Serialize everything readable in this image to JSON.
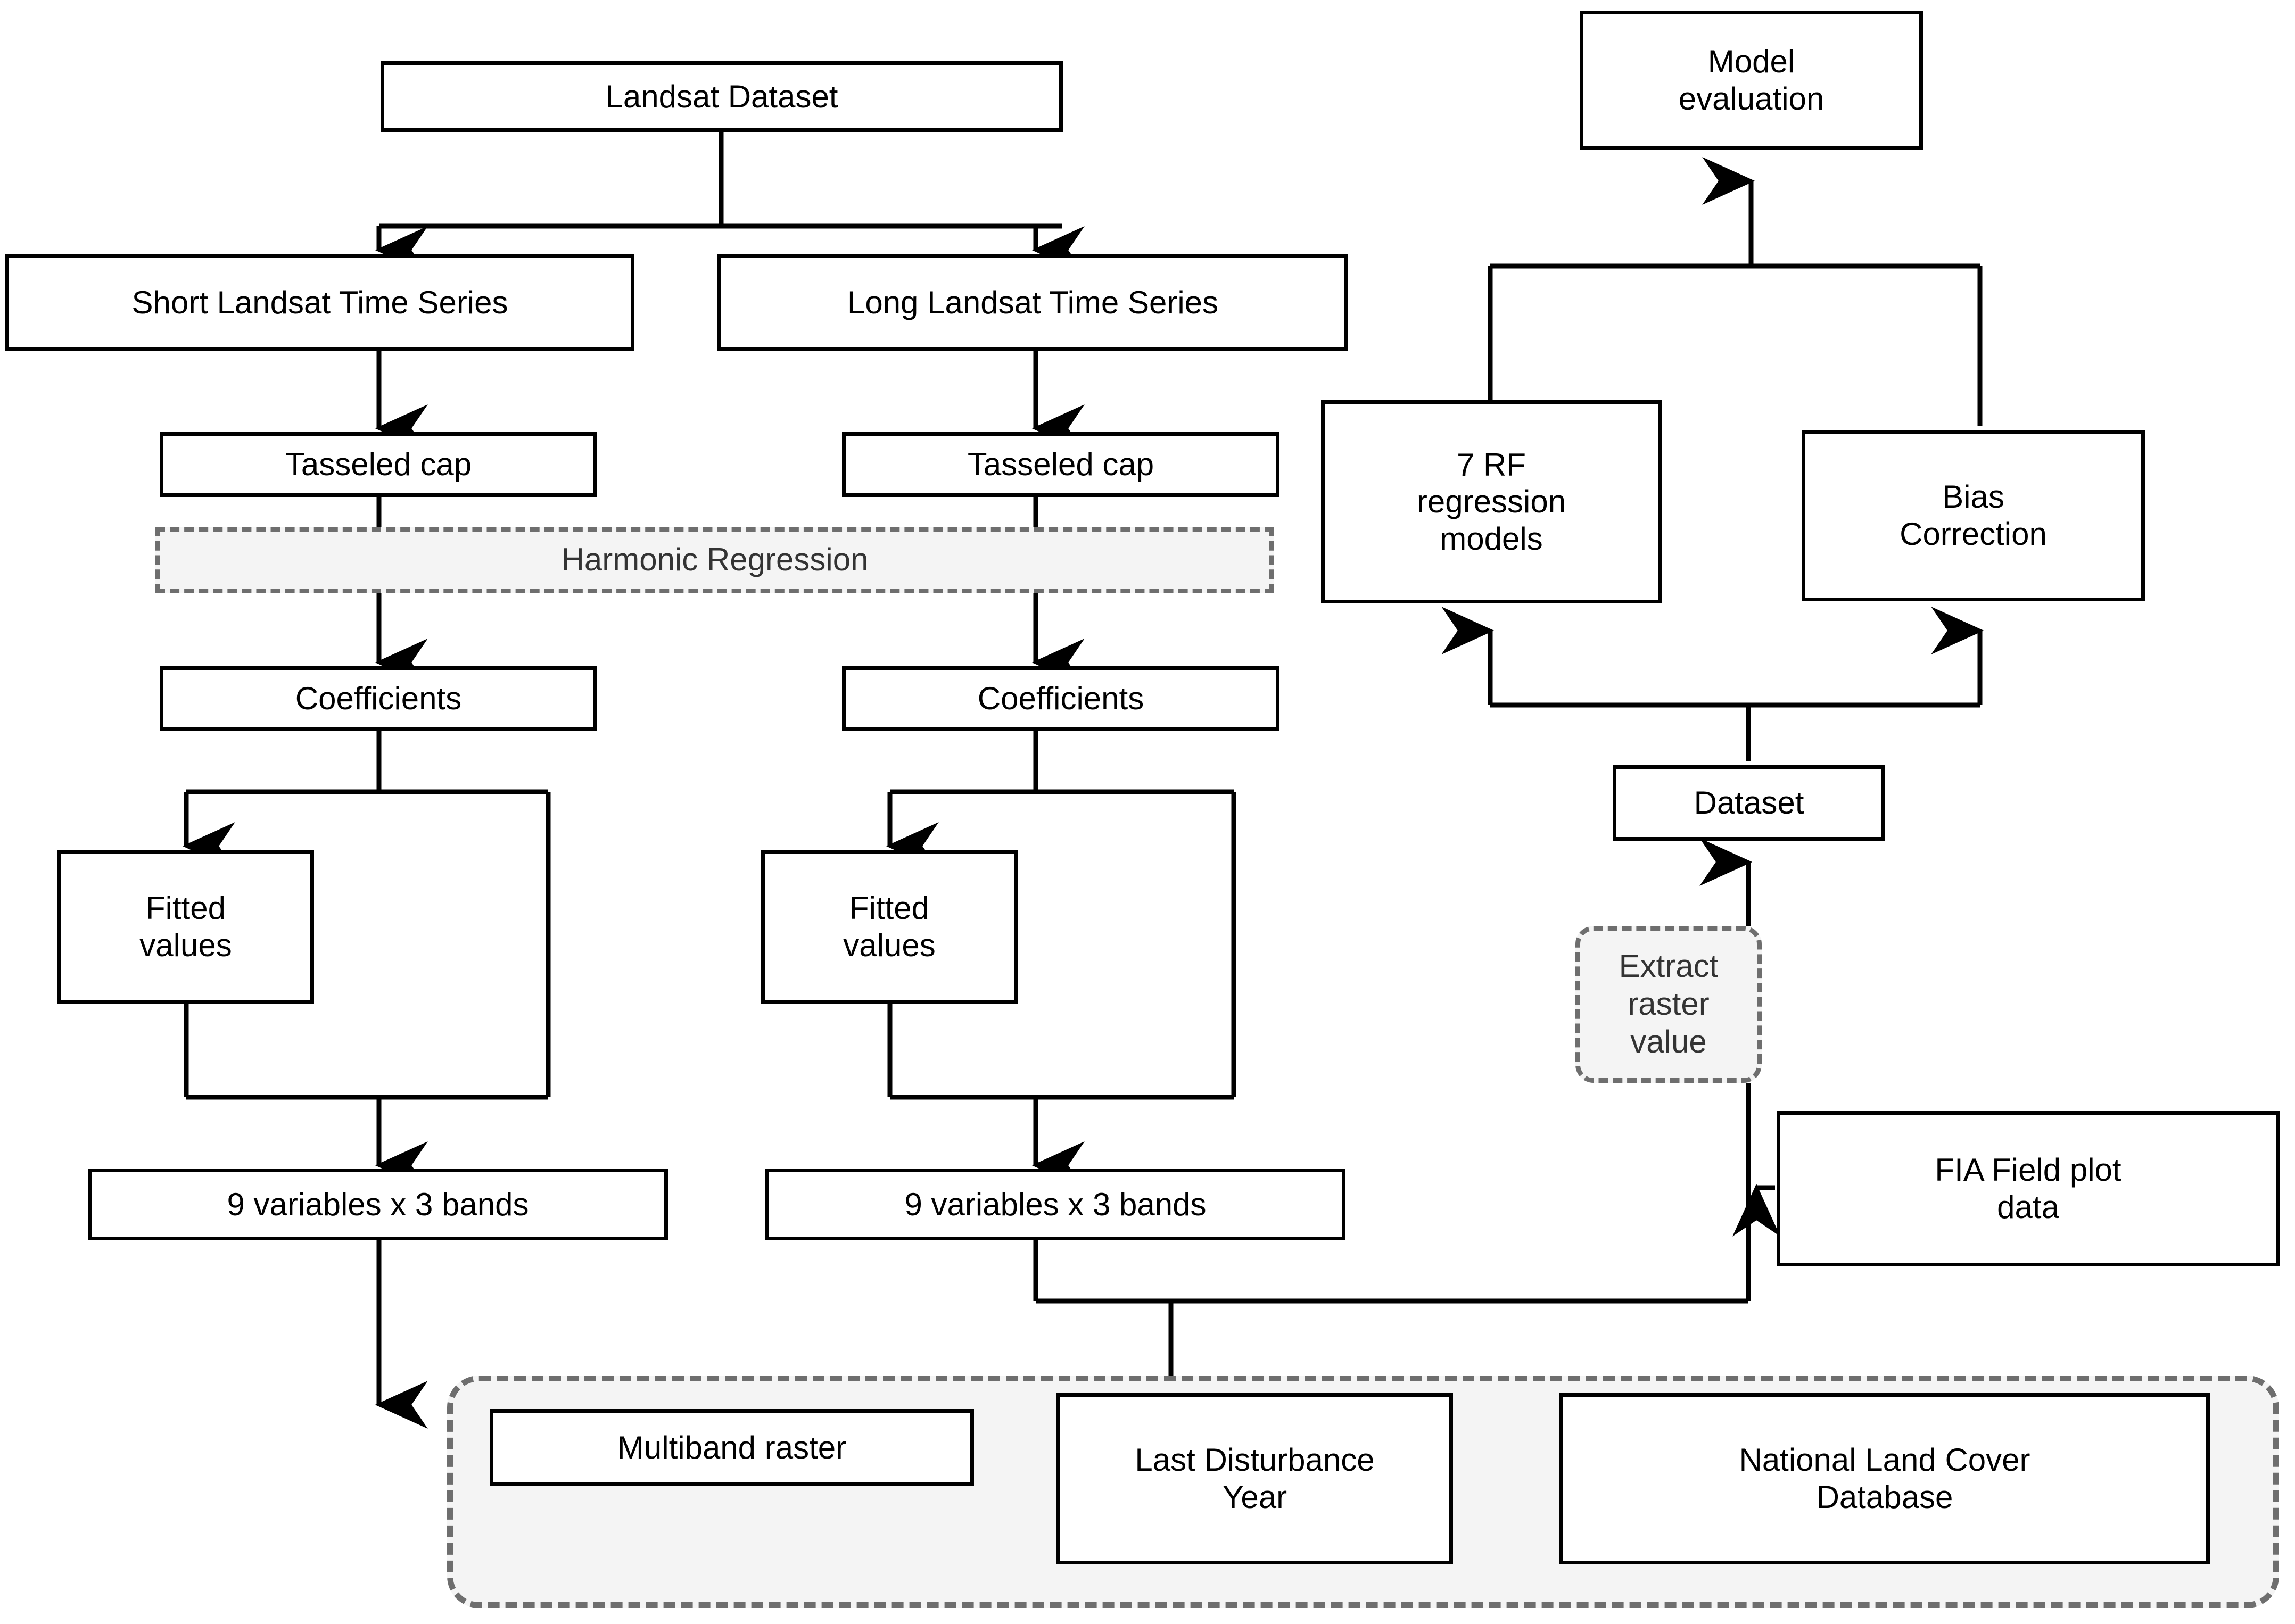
{
  "diagram": {
    "title": "Landsat biomass modeling workflow",
    "colors": {
      "node_border": "#000000",
      "node_fill": "#ffffff",
      "process_fill": "#f4f4f4",
      "process_border": "#6e6e6e",
      "process_text": "#333333",
      "connector": "#000000",
      "background": "#ffffff"
    },
    "nodes": {
      "landsat_dataset": "Landsat Dataset",
      "short_series": "Short Landsat Time Series",
      "long_series": "Long Landsat Time Series",
      "tasseled_cap_left": "Tasseled cap",
      "tasseled_cap_right": "Tasseled cap",
      "harmonic_regression": "Harmonic Regression",
      "coefficients_left": "Coefficients",
      "coefficients_right": "Coefficients",
      "fitted_values_left": "Fitted\nvalues",
      "fitted_values_right": "Fitted\nvalues",
      "variables_left": "9 variables x 3 bands",
      "variables_right": "9 variables x 3 bands",
      "model_evaluation": "Model\nevaluation",
      "rf_models": "7 RF\nregression\nmodels",
      "bias_correction": "Bias\nCorrection",
      "dataset": "Dataset",
      "extract_raster_value": "Extract raster\nvalue",
      "fia_field_plot_data": "FIA Field plot\ndata",
      "multiband_raster": "Multiband raster",
      "last_disturbance_year": "Last Disturbance\nYear",
      "nlcd": "National Land Cover\nDatabase"
    },
    "edges": [
      {
        "from": "landsat_dataset",
        "to": "short_series",
        "style": "solid",
        "arrow": "down"
      },
      {
        "from": "landsat_dataset",
        "to": "long_series",
        "style": "solid",
        "arrow": "down"
      },
      {
        "from": "short_series",
        "to": "tasseled_cap_left",
        "style": "solid",
        "arrow": "down"
      },
      {
        "from": "long_series",
        "to": "tasseled_cap_right",
        "style": "solid",
        "arrow": "down"
      },
      {
        "from": "tasseled_cap_left",
        "to": "coefficients_left",
        "style": "solid",
        "arrow": "down"
      },
      {
        "from": "tasseled_cap_right",
        "to": "coefficients_right",
        "style": "solid",
        "arrow": "down"
      },
      {
        "from": "coefficients_left",
        "to": "fitted_values_left",
        "style": "solid",
        "arrow": "down"
      },
      {
        "from": "coefficients_right",
        "to": "fitted_values_right",
        "style": "solid",
        "arrow": "down"
      },
      {
        "from": "coefficients_left",
        "to": "variables_left",
        "style": "solid",
        "arrow": "down"
      },
      {
        "from": "coefficients_right",
        "to": "variables_right",
        "style": "solid",
        "arrow": "down"
      },
      {
        "from": "fitted_values_left",
        "to": "variables_left",
        "style": "solid",
        "arrow": "down"
      },
      {
        "from": "fitted_values_right",
        "to": "variables_right",
        "style": "solid",
        "arrow": "down"
      },
      {
        "from": "variables_left",
        "to": "multiband_raster",
        "style": "solid",
        "arrow": "down"
      },
      {
        "from": "variables_right",
        "to": "input_group",
        "style": "solid",
        "arrow": "none"
      },
      {
        "from": "input_group",
        "to": "extract_raster_value",
        "style": "solid",
        "arrow": "up"
      },
      {
        "from": "fia_field_plot_data",
        "to": "extract_raster_value",
        "style": "solid",
        "arrow": "left"
      },
      {
        "from": "extract_raster_value",
        "to": "dataset",
        "style": "solid",
        "arrow": "up"
      },
      {
        "from": "dataset",
        "to": "rf_models",
        "style": "solid",
        "arrow": "up"
      },
      {
        "from": "dataset",
        "to": "bias_correction",
        "style": "solid",
        "arrow": "up"
      },
      {
        "from": "rf_models",
        "to": "model_evaluation",
        "style": "solid",
        "arrow": "up"
      },
      {
        "from": "bias_correction",
        "to": "model_evaluation",
        "style": "solid",
        "arrow": "up"
      }
    ]
  }
}
